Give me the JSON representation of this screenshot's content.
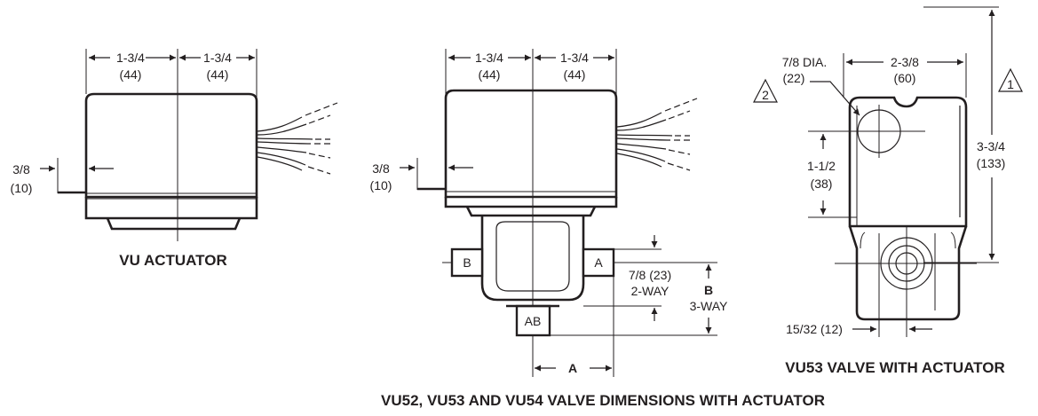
{
  "left": {
    "dim_w1": "1-3/4",
    "dim_w1_mm": "(44)",
    "dim_w2": "1-3/4",
    "dim_w2_mm": "(44)",
    "dim_side": "3/8",
    "dim_side_mm": "(10)",
    "caption": "VU ACTUATOR"
  },
  "middle": {
    "dim_w1": "1-3/4",
    "dim_w1_mm": "(44)",
    "dim_w2": "1-3/4",
    "dim_w2_mm": "(44)",
    "dim_side": "3/8",
    "dim_side_mm": "(10)",
    "port_b": "B",
    "port_a": "A",
    "port_ab": "AB",
    "dim_2way": "7/8 (23)",
    "dim_2way_label": "2-WAY",
    "dim_b": "B",
    "dim_3way_label": "3-WAY",
    "dim_a": "A"
  },
  "right": {
    "dia": "7/8 DIA.",
    "dia_mm": "(22)",
    "width": "2-3/8",
    "width_mm": "(60)",
    "note2": "2",
    "note1": "1",
    "height": "3-3/4",
    "height_mm": "(133)",
    "dim_v": "1-1/2",
    "dim_v_mm": "(38)",
    "dim_bottom": "15/32 (12)",
    "caption": "VU53 VALVE WITH ACTUATOR"
  },
  "caption": "VU52, VU53 AND VU54 VALVE DIMENSIONS WITH ACTUATOR"
}
